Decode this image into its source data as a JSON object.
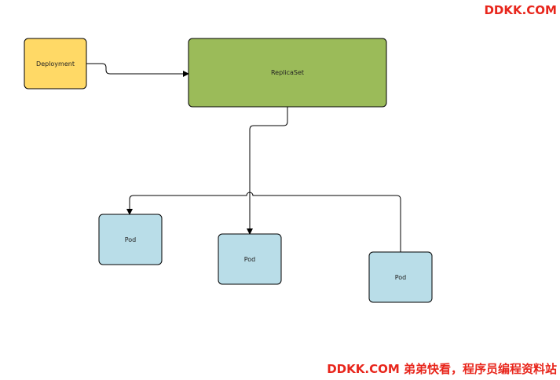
{
  "watermark": {
    "top": "DDKK.COM",
    "bottom": "DDKK.COM 弟弟快看，程序员编程资料站"
  },
  "nodes": {
    "deployment": {
      "label": "Deployment",
      "color": "#ffd966"
    },
    "replicaset": {
      "label": "ReplicaSet",
      "color": "#9bbb59"
    },
    "pod1": {
      "label": "Pod",
      "color": "#b9dde8"
    },
    "pod2": {
      "label": "Pod",
      "color": "#b9dde8"
    },
    "pod3": {
      "label": "Pod",
      "color": "#b9dde8"
    }
  },
  "colors": {
    "stroke": "#000000",
    "watermark": "#e8261c"
  }
}
